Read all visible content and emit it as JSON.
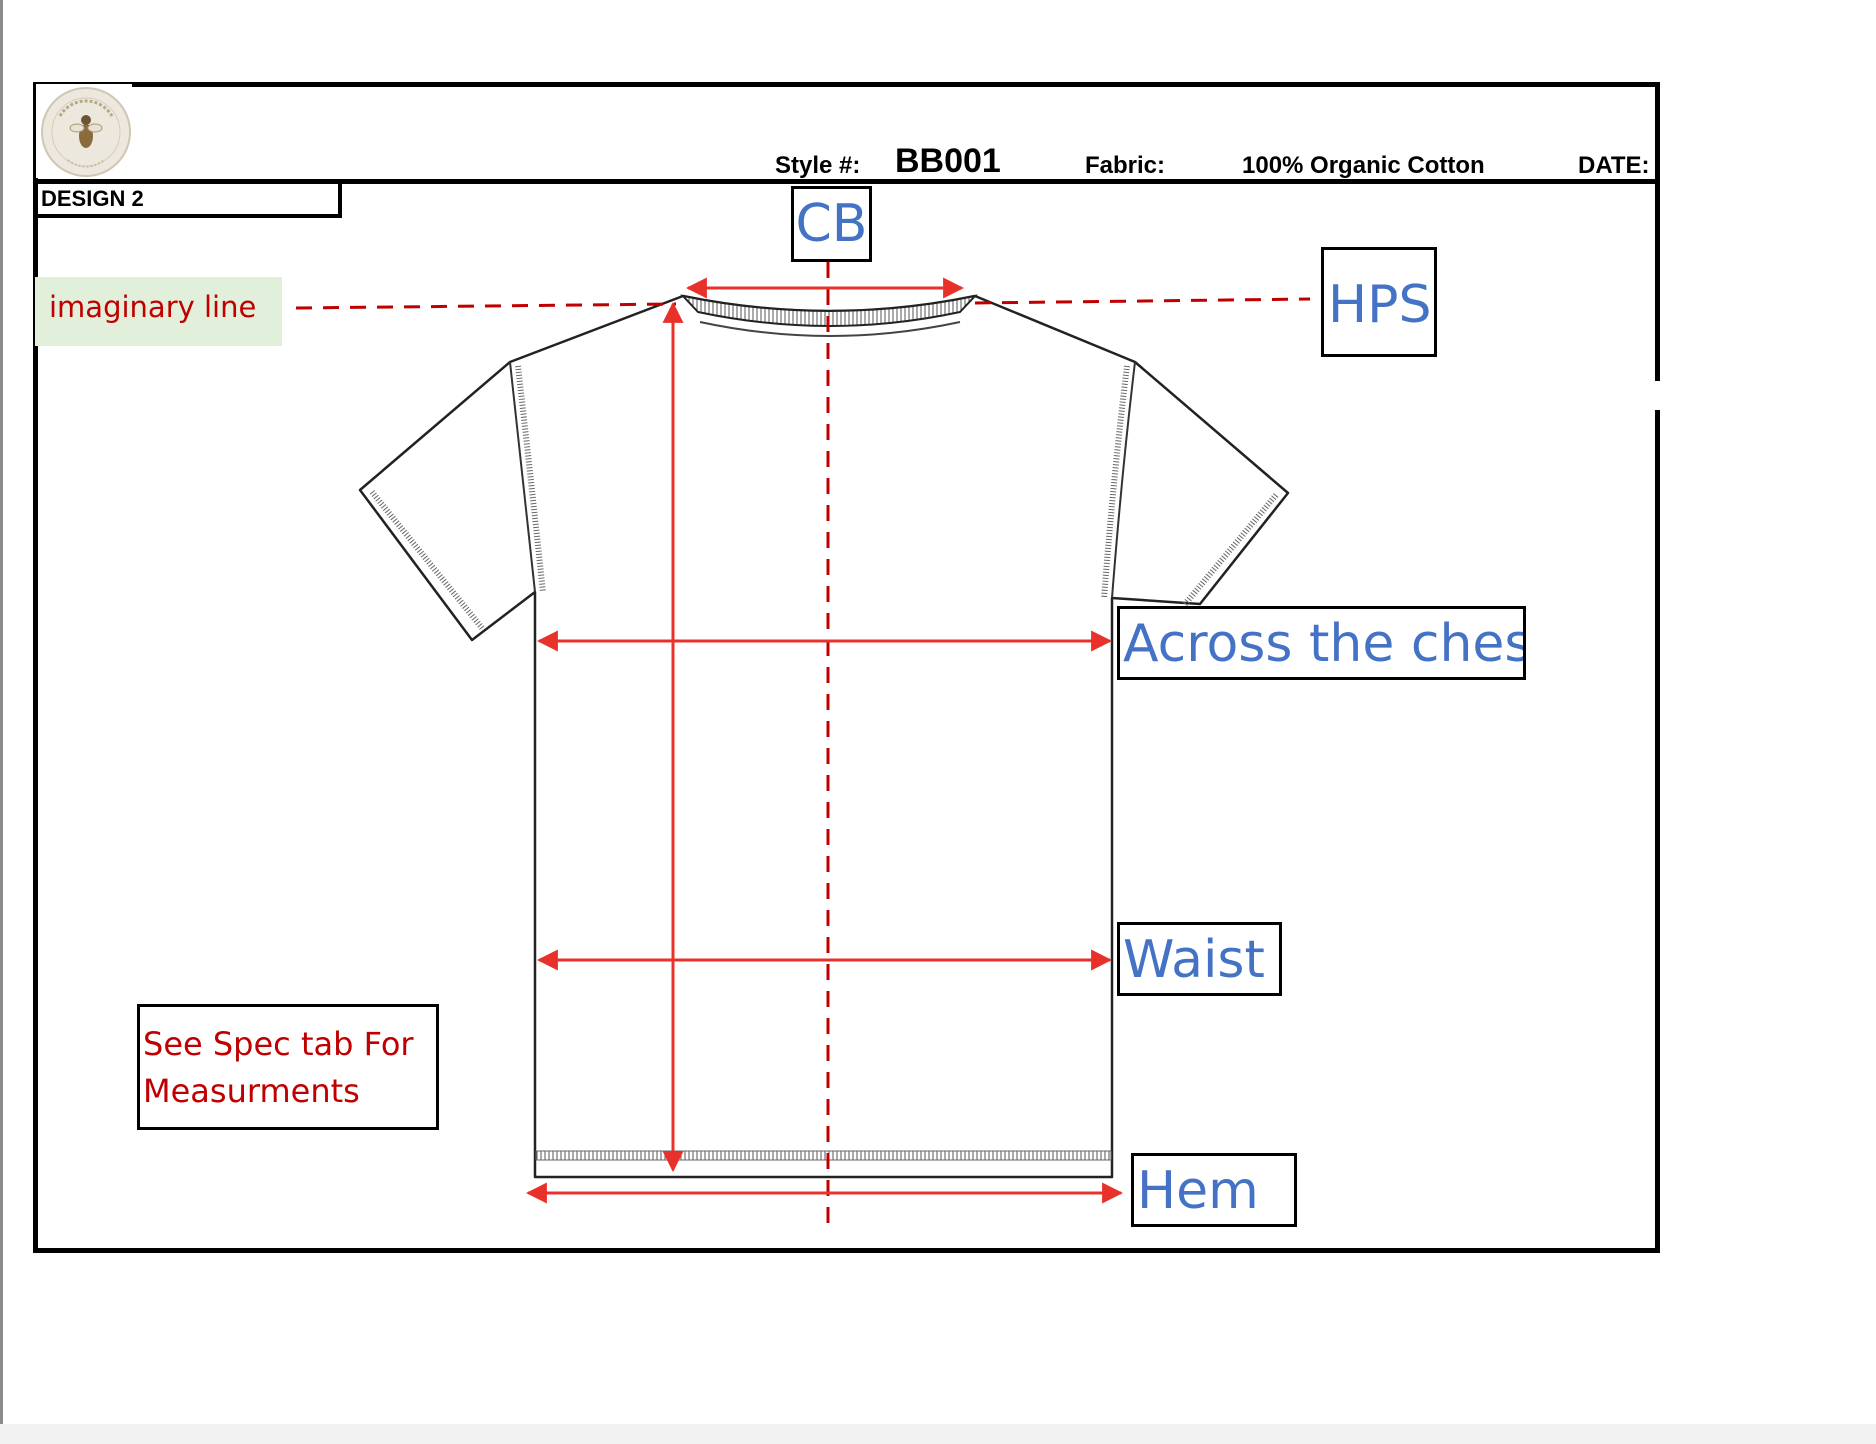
{
  "header": {
    "design_label": "DESIGN 2",
    "style_label": "Style #:",
    "style_value": "BB001",
    "fabric_label": "Fabric:",
    "fabric_value": "100% Organic Cotton",
    "date_label": "DATE:"
  },
  "logo": {
    "brand_text": "BURT'S BEES KIDS"
  },
  "callouts": {
    "cb": "CB",
    "hps": "HPS",
    "chest": "Across the chest",
    "waist": "Waist",
    "hem": "Hem"
  },
  "notes": {
    "imaginary_line": "imaginary line",
    "spec_line1": "See Spec tab For",
    "spec_line2": "Measurments"
  },
  "colors": {
    "measure_red": "#e8312a",
    "dashed_red": "#c00000",
    "callout_blue": "#4472c4",
    "note_green_bg": "#e2efda"
  }
}
